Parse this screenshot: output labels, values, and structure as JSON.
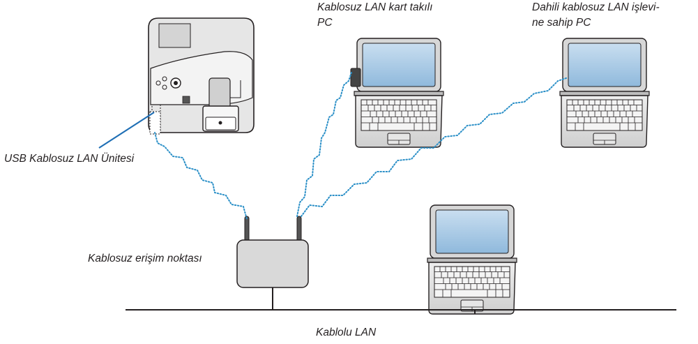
{
  "labels": {
    "usb_unit": "USB Kablosuz LAN Ünitesi",
    "card_pc_line1": "Kablosuz LAN kart takılı",
    "card_pc_line2": "PC",
    "builtin_pc_line1": "Dahili kablosuz LAN işlevi-",
    "builtin_pc_line2": "ne sahip PC",
    "access_point": "Kablosuz erişim noktası",
    "wired_lan": "Kablolu LAN"
  },
  "colors": {
    "wireless_link": "#2a8fc7",
    "pointer_line": "#1f6fb5",
    "laptop_screen": "#a9cbe6",
    "device_body": "#dcdcdc",
    "outline": "#231f20"
  },
  "icons": [
    "projector-icon",
    "laptop-icon",
    "access-point-icon",
    "usb-dongle-icon",
    "pc-card-icon"
  ]
}
